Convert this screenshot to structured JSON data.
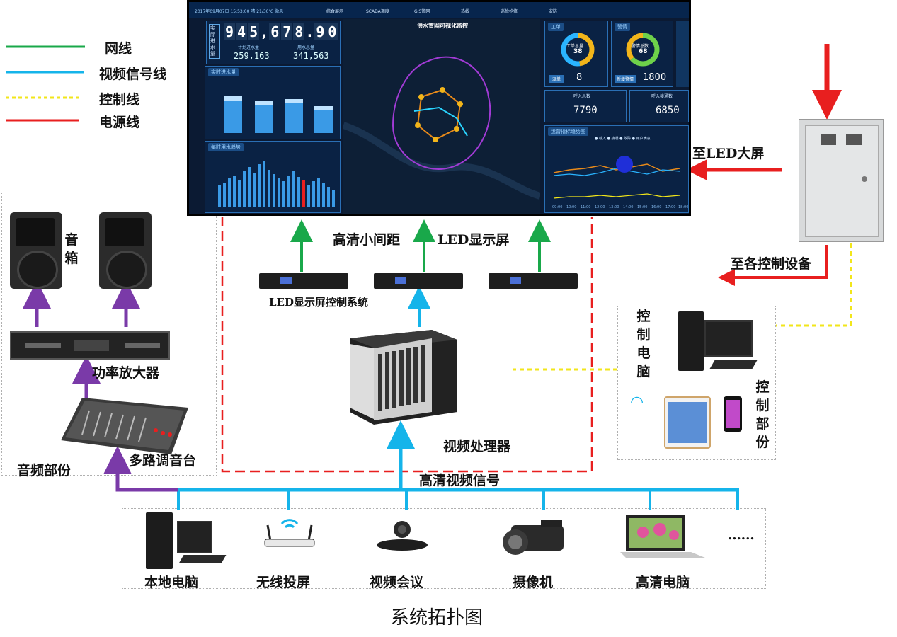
{
  "legend": [
    {
      "label": "网线",
      "color": "#19a84a"
    },
    {
      "label": "视频信号线",
      "color": "#15b4ea"
    },
    {
      "label": "控制线",
      "color": "#f2e61a"
    },
    {
      "label": "电源线",
      "color": "#e81f1f"
    }
  ],
  "colors": {
    "net": "#19a84a",
    "video": "#15b4ea",
    "control": "#f2e61a",
    "power": "#e81f1f",
    "audio": "#7a3aa8",
    "group": "#e81f1f"
  },
  "labels": {
    "speakers": "音箱",
    "amplifier": "功率放大器",
    "mixer": "多路调音台",
    "audio_section": "音频部份",
    "led_screen_left": "高清小间距",
    "led_screen_right": "LED显示屏",
    "led_control_system": "LED显示屏控制系统",
    "video_processor": "视频处理器",
    "hd_video_signal": "高清视频信号",
    "to_led": "至LED大屏",
    "to_controls": "至各控制设备",
    "control_pc": "控制电脑",
    "control_section": "控制部份",
    "sources": [
      "本地电脑",
      "无线投屏",
      "视频会议",
      "摄像机",
      "高清电脑"
    ],
    "more": "......",
    "caption": "系统拓扑图"
  },
  "dashboard": {
    "status": "2017年09月07日 15:53:00    晴 21/30℃ 微风",
    "tabs": [
      "综合展示",
      "SCADA调度",
      "GIS管网",
      "热线",
      "巡检抢修",
      "安防"
    ],
    "intake_label": "实际进水量",
    "counter_digits": [
      "9",
      "4",
      "5",
      ",",
      "6",
      "7",
      "8",
      ".",
      "9",
      "0"
    ],
    "plan_label": "计划进水量",
    "plan_value": "259,163",
    "use_label": "用水总量",
    "use_value": "341,563",
    "map_title": "供水管网可视化监控",
    "panel_intake": "实时进水量",
    "panel_hourly": "每时用水趋势",
    "workorder_tab": "工单",
    "workorder_center": "工单总量",
    "workorder_value": "38",
    "workorder_btn": "派单",
    "workorder_count": "8",
    "alarm_tab": "警情",
    "alarm_center": "警情总数",
    "alarm_value": "68",
    "alarm_btn": "新增警情",
    "alarm_count": "1800",
    "calls_in": "呼入总数",
    "calls_in_value": "7790",
    "calls_ans": "呼入接通数",
    "calls_ans_value": "6850",
    "trend_title": "运营指标趋势图",
    "trend_legend": "● 呼入  ● 接通  ● 故障  ● 用户满意",
    "trend_times": [
      "09:00",
      "10:00",
      "11:00",
      "12:00",
      "13:00",
      "14:00",
      "15:00",
      "16:00",
      "17:00",
      "18:00"
    ]
  }
}
